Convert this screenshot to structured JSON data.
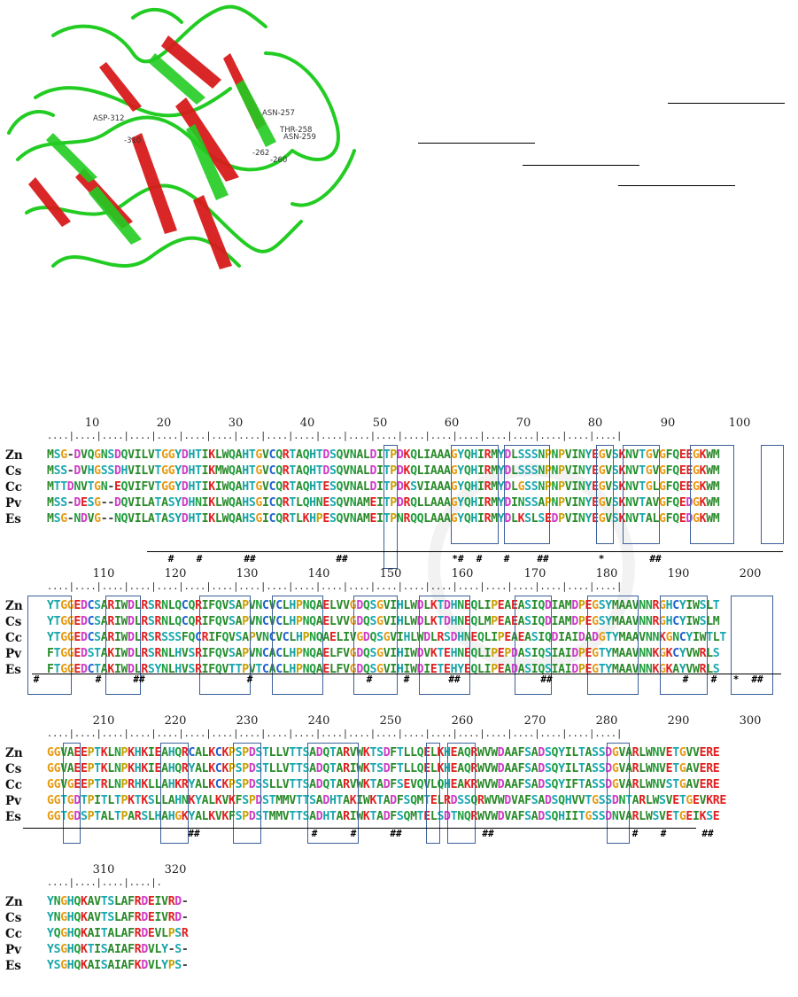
{
  "structure_labels": [
    {
      "id": "asp312",
      "text": "ASP-312"
    },
    {
      "id": "asn257",
      "text": "ASN-257"
    },
    {
      "id": "thr258",
      "text": "THR-258"
    },
    {
      "id": "asn259",
      "text": "ASN-259"
    },
    {
      "id": "r310",
      "text": "-310"
    },
    {
      "id": "r262",
      "text": "-262"
    },
    {
      "id": "r260",
      "text": "-260"
    }
  ],
  "colors": {
    "ribbon_red": "#d81c1c",
    "ribbon_green": "#22cc22",
    "box_blue": "#3a5f9a"
  },
  "alignment": {
    "species": [
      "Zn",
      "Cs",
      "Cc",
      "Pv",
      "Es"
    ],
    "blocks": [
      {
        "ruler": [
          "10",
          "20",
          "30",
          "40",
          "50",
          "60",
          "70",
          "80",
          "90",
          "100"
        ],
        "dots": "....|....|....|....|....|....|....|....|....|....|....|....|....|....|....|....|....|....|....|....|....|",
        "rows": [
          "MSG-DVQGNSDQVILVTGGYDHTIKLWQAHTGVCQRTAQHTDSQVNALDITPDKQLIAAAGYQHIRMYDLSSSNPNPVINYEGVSKNVTGVGFQEEGKWM",
          "MSS-DVHGSSDHVILVTGGYDHTIKMWQAHTGVCQRTAQHTDSQVNALDITPDKQLIAAAGYQHIRMYDLSSSNPNPVINYEGVSKNVTGVGFQEEGKWM",
          "MTTDNVTGN-EQVIFVTGGYDHTIKIWQAHTGVCQRTAQHTESQVNALDITPDKSVIAAAGYQHIRMYDLGSSNPNPVINYEGVSKNVTGLGFQEEGKWM",
          "MSS-DESG--DQVILATASYDHNIKLWQAHSGICQRTLQHNESQVNAMEITPDRQLLAAAGYQHIRMYDINSSAPNPVINYEGVSKNVTAVGFQEDGKWM",
          "MSG-NDVG--NQVILATASYDHTIKLWQAHSGICQRTLKHPESQVNAMEITPNRQQLAAAGYQHIRMYDLKSLSEDPVINYEGVSKNVTALGFQEDGKWM"
        ],
        "marks": [
          "#",
          "#",
          "##",
          "##",
          "*#",
          "#",
          "#",
          "##",
          "*",
          "##"
        ]
      },
      {
        "ruler": [
          "110",
          "120",
          "130",
          "140",
          "150",
          "160",
          "170",
          "180",
          "190",
          "200"
        ],
        "dots": "....|....|....|....|....|....|....|....|....|....|....|....|....|....|....|....|....|....|....|....|....|",
        "rows": [
          "YTGGEDCSARIWDLRSRNLQCQRIFQVSAPVNCVCLHPNQAELVVGDQSGVIHLWDLKTDHNEQLIPEAEASIQDIAMDPEGSYMAAVNNRGHCYIWSLT",
          "YTGGEDCSARIWDLRSRNLQCQRIFQVSAPVNCVCLHPNQAELVVGDQSGVIHLWDLKTDHNEQLMPEAEASIQDIAMDPEGSYMAAVNNRGHCYIWSLM",
          "YTGGEDCSARIWDLRSRSSSFQCRIFQVSAPVNCVCLHPNQAELIVGDQSGVIHLWDLRSDHNEQLIPEAEASIQDIAIDADGTYMAAVNNKGNCYIWTLT",
          "FTGGEDSTAKIWDLRSRNLHVSRIFQVSAPVNCACLHPNQAELFVGDQSGVIHIWDVKTEHNEQLIPEPDASIQSIAIDPEGTYMAAVNNKGKCYVWRLS",
          "FTGGEDCTAKIWDLRSYNLHVSRIFQVTTPVTCACLHPNQAELFVGDQSGVIHIWDIETEHYEQLIPEADASIQSIAIDPEGTYMAAVNNKGKAYVWRLS"
        ],
        "marks": [
          "#",
          "#",
          "##",
          "#",
          "#",
          "#",
          "##",
          "##",
          "#",
          "#",
          "*",
          "##"
        ]
      },
      {
        "ruler": [
          "210",
          "220",
          "230",
          "240",
          "250",
          "260",
          "270",
          "280",
          "290",
          "300"
        ],
        "dots": "....|....|....|....|....|....|....|....|....|....|....|....|....|....|....|....|....|....|....|....|....|",
        "rows": [
          "GGVAEEPTKLNPKHKIEAHQRCALKCKPSPDSTLLVTTSADQTARVWKTSDFTLLQELKHEAQRWVWDAAFSADSQYILTASSDGVARLWNVETGVVERE",
          "GGVAEEPTKLNPKHKIEAHQRYALKCKPSPDSTLLVTTSADQTARIWKTSDFTLLQELKHEAQRWVWDAAFSADSQYILTASSDGVARLWNVETGAVERE",
          "GGVGEEPTRLNPRHKLLAHKRYALKCKPSPDSSLLVTTSADQTARVWKTADFSEVQVLQHEAKRWVWDAAFSADSQYIFTASSDGVARLWNVSTGAVERE",
          "GGTGDTPITLTPKTKSLLAHNKYALKVKFSPDSTMMVTTSADHTAKIWKTADFSQMTELRDSSQRWVWDVAFSADSQHVVTGSSDNTARLWSVETGEVKRE",
          "GGTGDSPTALTPARSLHAHGKYALKVKFSPDSTMMVTTSADHTARIWKTADFSQMTELSDTNQRWVWDVAFSADSQHIITGSSDNVARLWSVETGEIKSE"
        ],
        "marks": [
          "##",
          "#",
          "#",
          "##",
          "##",
          "#",
          "#",
          "##"
        ]
      },
      {
        "ruler": [
          "310",
          "320"
        ],
        "dots": "....|....|....|....|.",
        "rows": [
          "YNGHQKAVTSLAFRDEIVRD-",
          "YNGHQKAVTSLAFRDEIVRD-",
          "YQGHQKAITALAFRDEVLPSR",
          "YSGHQKTISAIAFRDVLY-S-",
          "YSGHQKAISAIAFKDVLYPS-"
        ],
        "marks": []
      }
    ]
  }
}
